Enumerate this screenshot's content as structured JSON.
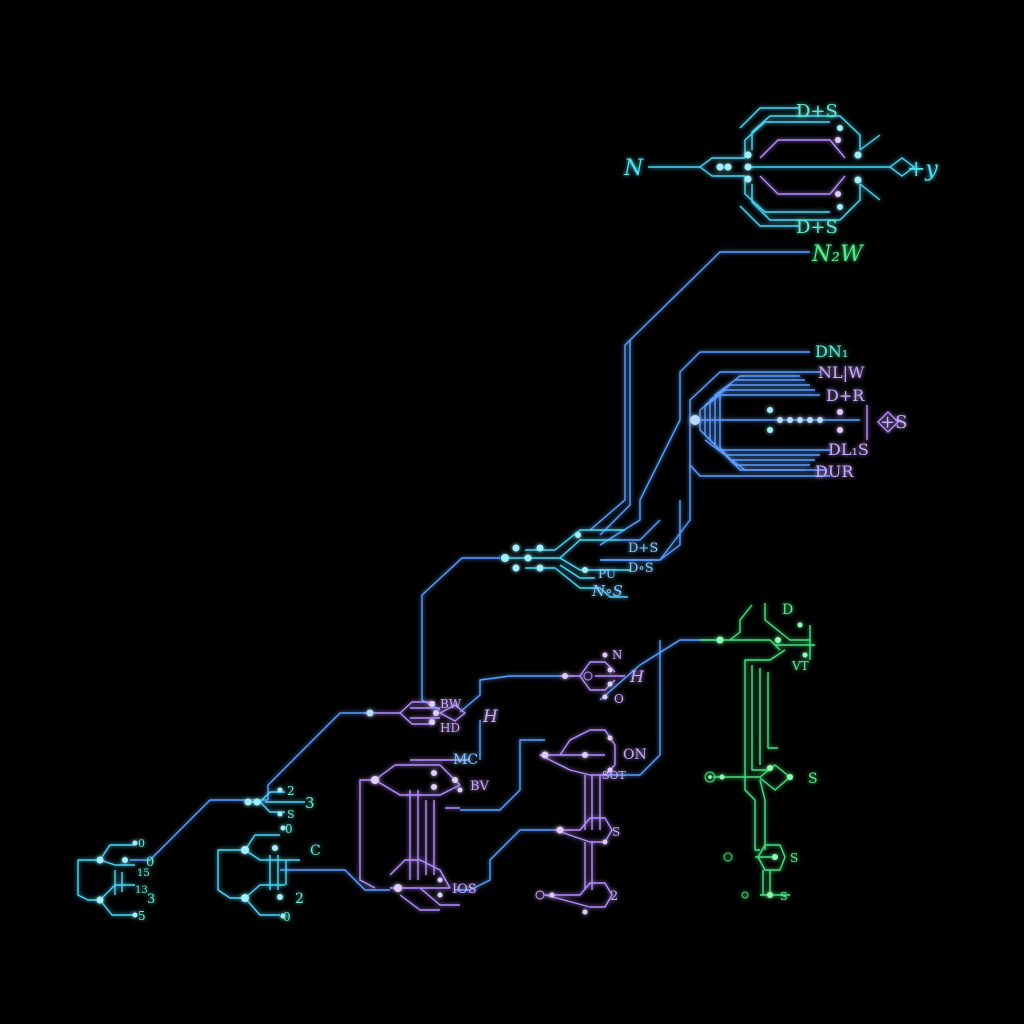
{
  "colors": {
    "background": "#000000",
    "cyan": "#46d6f5",
    "blue": "#5a9cff",
    "purple": "#b48cff",
    "green": "#3fe07e"
  },
  "top_block": {
    "input": "N",
    "output": "+y",
    "upper": "D+S",
    "lower": "D+S",
    "branch": "N₂W"
  },
  "mid_block": {
    "labels": [
      "DN₁",
      "NL|W",
      "D+R",
      "DL₁S",
      "DUR"
    ],
    "output": "+S"
  },
  "blue_cluster": {
    "labels": [
      "D+S",
      "PU",
      "D∘S",
      "N∘S"
    ]
  },
  "purple_blocks": {
    "labels": [
      "BW",
      "HD",
      "H",
      "N",
      "H",
      "O",
      "MC",
      "BV",
      "ON",
      "SOT",
      "S",
      "IOS",
      "2"
    ]
  },
  "green_block": {
    "labels": [
      "D",
      "VT",
      "S",
      "S",
      "S"
    ]
  },
  "cyan_blocks": {
    "labels": [
      "2",
      "3",
      "S",
      "0",
      "C",
      "2",
      "0",
      "0",
      "0",
      "15",
      "13",
      "3",
      "5"
    ]
  }
}
